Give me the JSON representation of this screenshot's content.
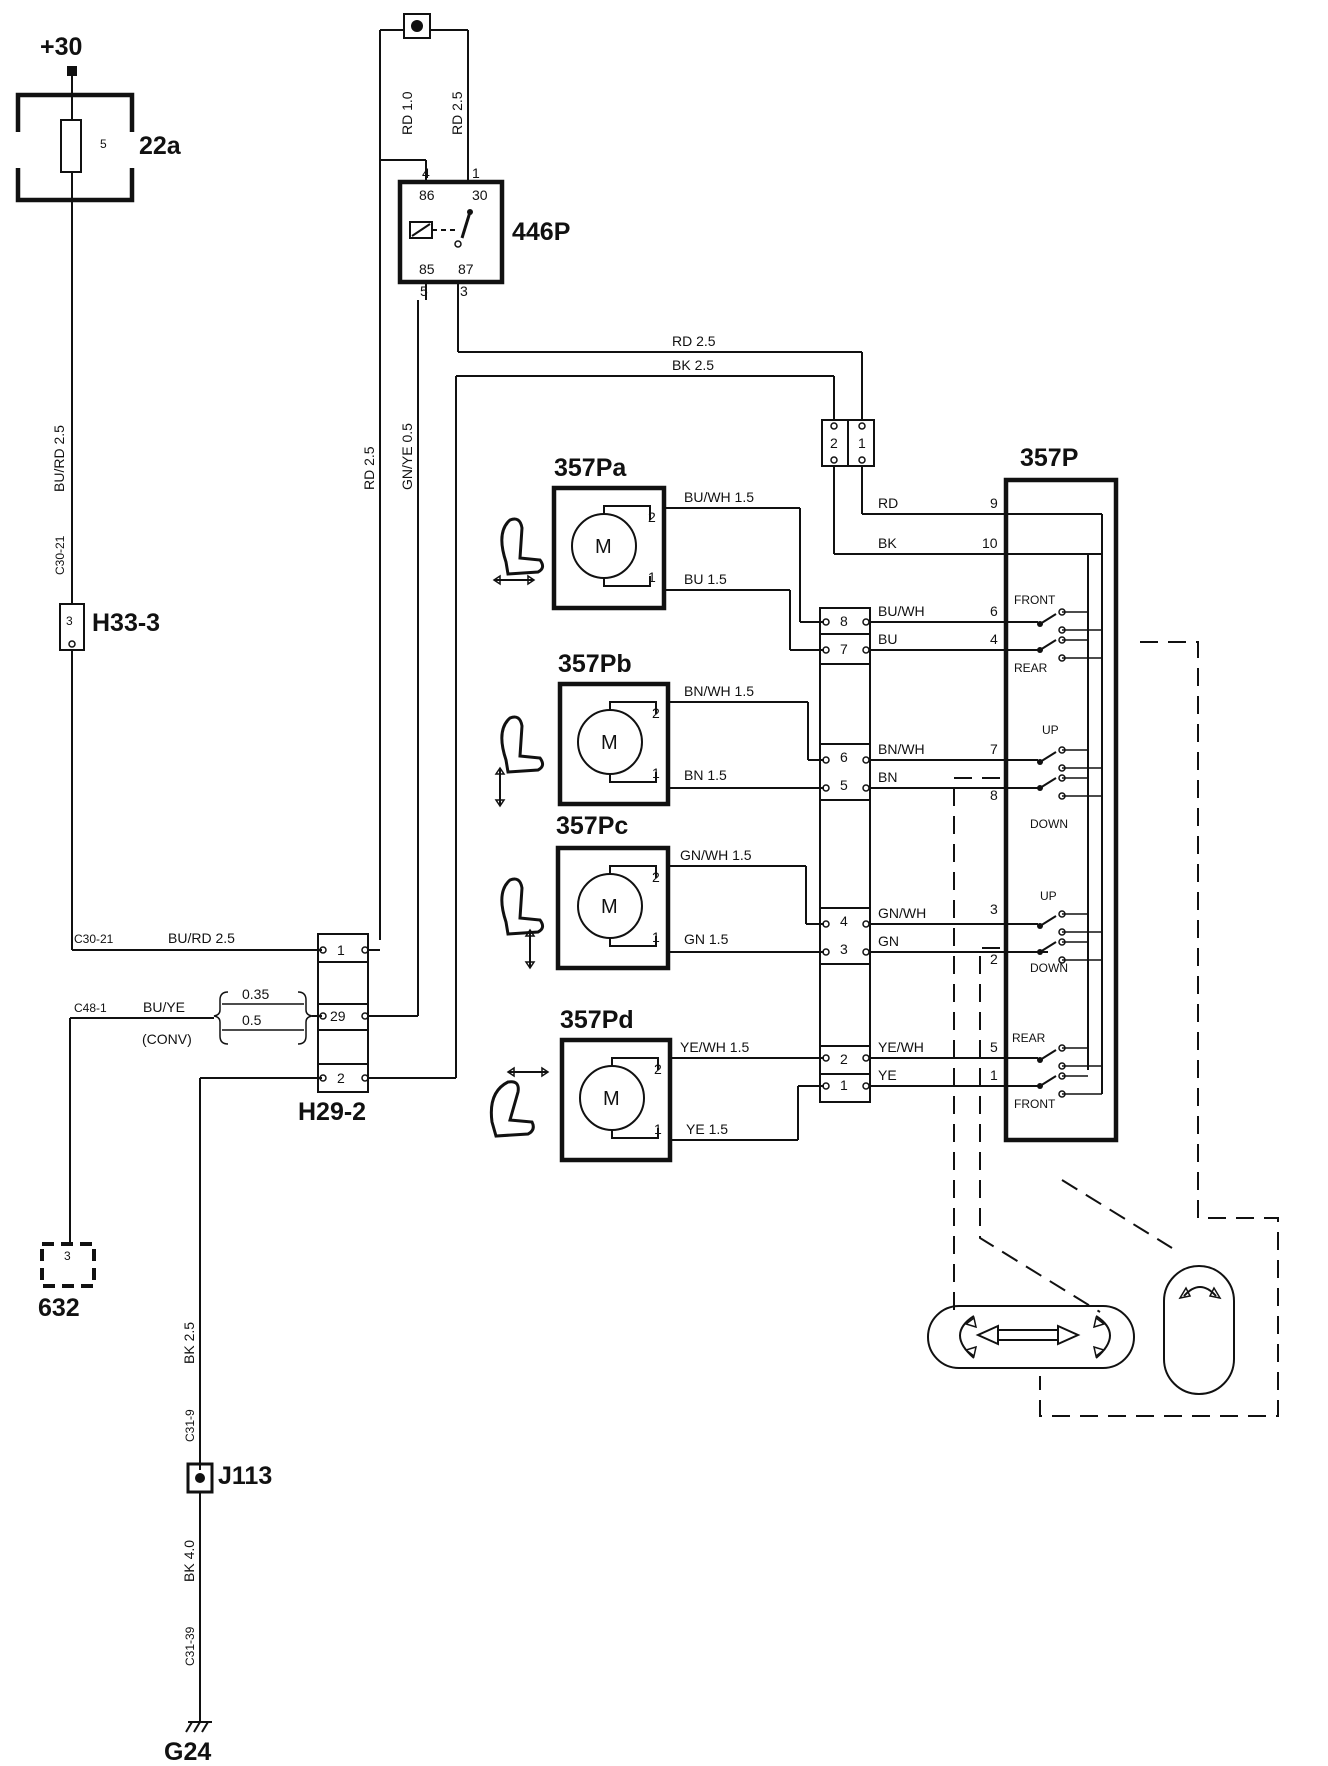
{
  "supply": "+30",
  "fuse": {
    "id": "22a",
    "pin": "5"
  },
  "relay": {
    "id": "446P",
    "pins_top": [
      "4",
      "1"
    ],
    "terms_top": [
      "86",
      "30"
    ],
    "terms_bottom": [
      "85",
      "87"
    ],
    "pins_bottom": [
      "5",
      "3"
    ]
  },
  "connectors": {
    "h33": {
      "id": "H33-3",
      "pin": "3"
    },
    "h29": {
      "id": "H29-2",
      "pins": [
        "1",
        "29",
        "2"
      ]
    },
    "c632": {
      "id": "632",
      "pin": "3"
    },
    "j113": {
      "id": "J113"
    },
    "g24": {
      "id": "G24"
    },
    "c12": {
      "pins": [
        "2",
        "1"
      ]
    },
    "mid": {
      "pins": [
        "8",
        "7",
        "6",
        "5",
        "4",
        "3",
        "2",
        "1"
      ]
    }
  },
  "wires": {
    "rd_1_0": "RD 1.0",
    "rd_2_5_top": "RD 2.5",
    "rd_2_5_h": "RD 2.5",
    "bk_2_5_h": "BK 2.5",
    "bu_rd_v": "BU/RD 2.5",
    "c30_21_v": "C30-21",
    "c30_21_h": "C30-21",
    "bu_rd_h": "BU/RD 2.5",
    "rd_2_5_v": "RD 2.5",
    "gn_ye": "GN/YE 0.5",
    "c48": "C48-1",
    "bu_ye": "BU/YE",
    "w035": "0.35",
    "w05": "0.5",
    "conv": "(CONV)",
    "bk_2_5_v": "BK 2.5",
    "c31_9": "C31-9",
    "bk_4_0": "BK 4.0",
    "c31_39": "C31-39",
    "rd": "RD",
    "bk": "BK"
  },
  "motors": [
    {
      "id": "357Pa",
      "label": "M",
      "wire_a": "BU/WH 1.5",
      "wire_b": "BU 1.5",
      "pin_a": "2",
      "pin_b": "1"
    },
    {
      "id": "357Pb",
      "label": "M",
      "wire_a": "BN/WH 1.5",
      "wire_b": "BN 1.5",
      "pin_a": "2",
      "pin_b": "1"
    },
    {
      "id": "357Pc",
      "label": "M",
      "wire_a": "GN/WH 1.5",
      "wire_b": "GN 1.5",
      "pin_a": "2",
      "pin_b": "1"
    },
    {
      "id": "357Pd",
      "label": "M",
      "wire_a": "YE/WH 1.5",
      "wire_b": "YE 1.5",
      "pin_a": "2",
      "pin_b": "1"
    }
  ],
  "switch": {
    "id": "357P",
    "rows": [
      {
        "wire": "BU/WH",
        "pin": "6",
        "label": "FRONT"
      },
      {
        "wire": "BU",
        "pin": "4",
        "label": "REAR"
      },
      {
        "wire": "BN/WH",
        "pin": "7",
        "label": "UP"
      },
      {
        "wire": "BN",
        "pin": "8",
        "label": "DOWN"
      },
      {
        "wire": "GN/WH",
        "pin": "3",
        "label": "UP"
      },
      {
        "wire": "GN",
        "pin": "2",
        "label": "DOWN"
      },
      {
        "wire": "YE/WH",
        "pin": "5",
        "label": "REAR"
      },
      {
        "wire": "YE",
        "pin": "1",
        "label": "FRONT"
      }
    ],
    "rd_pin": "9",
    "bk_pin": "10"
  },
  "icons": [
    "seat-slide-icon",
    "seat-front-height-icon",
    "seat-rear-height-icon",
    "seat-tilt-icon",
    "seat-switch-pad-icon",
    "backrest-switch-icon"
  ]
}
